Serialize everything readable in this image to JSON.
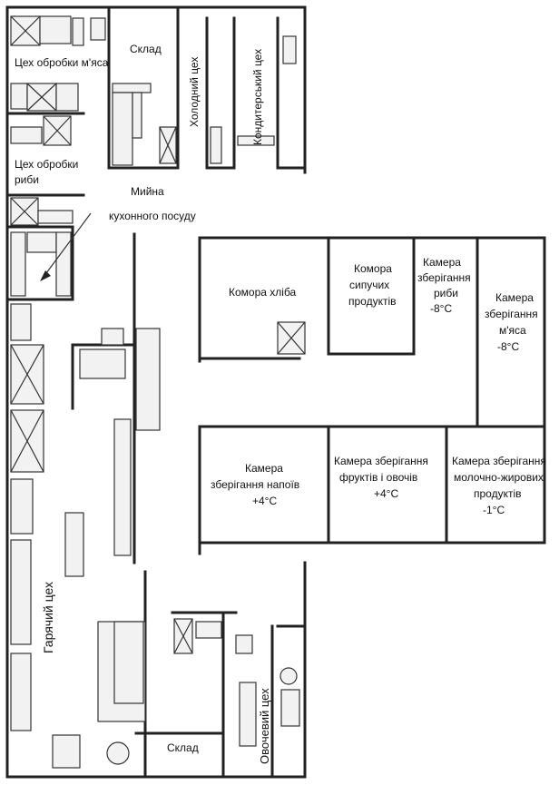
{
  "labels": {
    "meat_shop": "Цех обробки м'яса",
    "storage_top": "Склад",
    "cold_shop": "Холодний цех",
    "confectionery_shop": "Кондитерський цех",
    "fish_shop_1": "Цех обробки",
    "fish_shop_2": "риби",
    "dish_wash_1": "Мийна",
    "dish_wash_2": "кухонного посуду",
    "bread_room": "Комора хліба",
    "bulk_room_1": "Комора",
    "bulk_room_2": "сипучих",
    "bulk_room_3": "продуктів",
    "fish_cold_1": "Камера",
    "fish_cold_2": "зберігання",
    "fish_cold_3": "риби",
    "fish_cold_4": "-8°C",
    "meat_cold_1": "Камера",
    "meat_cold_2": "зберігання",
    "meat_cold_3": "м'яса",
    "meat_cold_4": "-8°C",
    "drinks_cold_1": "Камера",
    "drinks_cold_2": "зберігання напоїв",
    "drinks_cold_3": "+4°C",
    "fruit_cold_1": "Камера зберігання",
    "fruit_cold_2": "фруктів і овочів",
    "fruit_cold_3": "+4°C",
    "dairy_cold_1": "Камера зберігання",
    "dairy_cold_2": "молочно-жирових",
    "dairy_cold_3": "продуктів",
    "dairy_cold_4": "-1°C",
    "hot_shop": "Гарячий цех",
    "storage_bottom": "Склад",
    "veg_shop": "Овочевий цех"
  }
}
